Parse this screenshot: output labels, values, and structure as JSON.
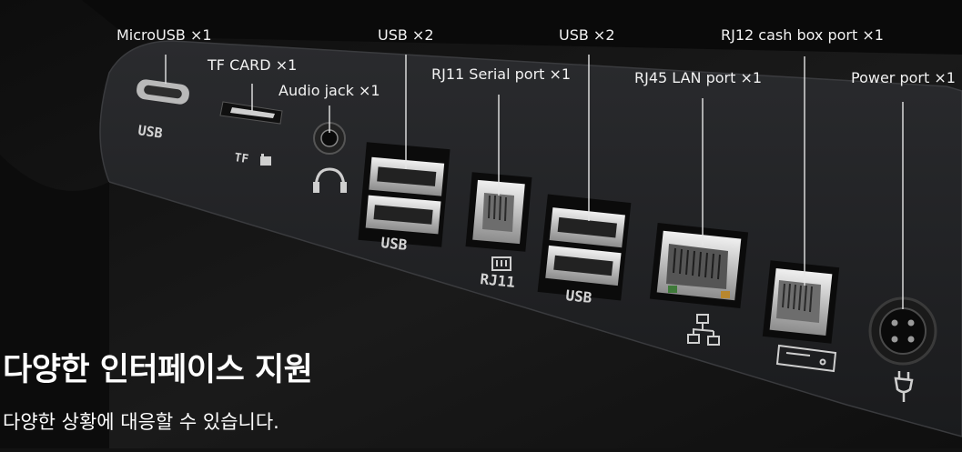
{
  "callouts": {
    "micro_usb": "MicroUSB ×1",
    "tf_card": "TF CARD ×1",
    "audio_jack": "Audio jack ×1",
    "usb_left": "USB ×2",
    "rj11": "RJ11 Serial port ×1",
    "usb_right": "USB ×2",
    "rj45": "RJ45 LAN port ×1",
    "rj12": "RJ12 cash box port ×1",
    "power": "Power port ×1"
  },
  "panel_marks": {
    "usb_micro": "USB",
    "tf": "TF",
    "usb_a_left": "USB",
    "rj11": "RJ11",
    "usb_a_right": "USB"
  },
  "headline": "다양한 인터페이스 지원",
  "subline": "다양한 상황에 대응할 수 있습니다.",
  "colors": {
    "background": "#121212",
    "panel": "#1e1f21",
    "text": "#ffffff"
  }
}
